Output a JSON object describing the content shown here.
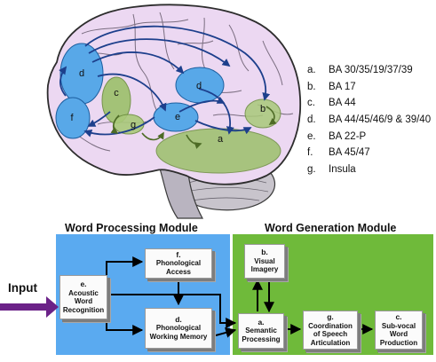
{
  "legend": [
    {
      "key": "a.",
      "area": "BA 30/35/19/37/39"
    },
    {
      "key": "b.",
      "area": "BA 17"
    },
    {
      "key": "c.",
      "area": "BA 44"
    },
    {
      "key": "d.",
      "area": "BA 44/45/46/9 & 39/40"
    },
    {
      "key": "e.",
      "area": "BA 22-P"
    },
    {
      "key": "f.",
      "area": "BA 45/47"
    },
    {
      "key": "g.",
      "area": "Insula"
    }
  ],
  "brain_regions": {
    "d_front": "d",
    "f": "f",
    "c": "c",
    "g": "g",
    "e": "e",
    "d_parietal": "d",
    "a": "a",
    "b": "b"
  },
  "flow": {
    "input_label": "Input",
    "word_processing_title": "Word Processing Module",
    "word_generation_title": "Word Generation Module",
    "boxes": {
      "e": {
        "tag": "e.",
        "label": "Acoustic Word Recognition"
      },
      "f": {
        "tag": "f.",
        "label": "Phonological Access"
      },
      "d": {
        "tag": "d.",
        "label": "Phonological Working Memory"
      },
      "b": {
        "tag": "b.",
        "label": "Visual Imagery"
      },
      "a": {
        "tag": "a.",
        "label": "Semantic Processing"
      },
      "g": {
        "tag": "g.",
        "label": "Coordination of Speech Articulation"
      },
      "c": {
        "tag": "c.",
        "label": "Sub-vocal Word Production"
      }
    }
  },
  "colors": {
    "brain_fill": "#ecd8f2",
    "blue_region": "#58a8e8",
    "green_region": "#9cc06a",
    "processing_bg": "#5aaaf0",
    "generation_bg": "#6fba3a",
    "input_arrow": "#6b2288"
  }
}
